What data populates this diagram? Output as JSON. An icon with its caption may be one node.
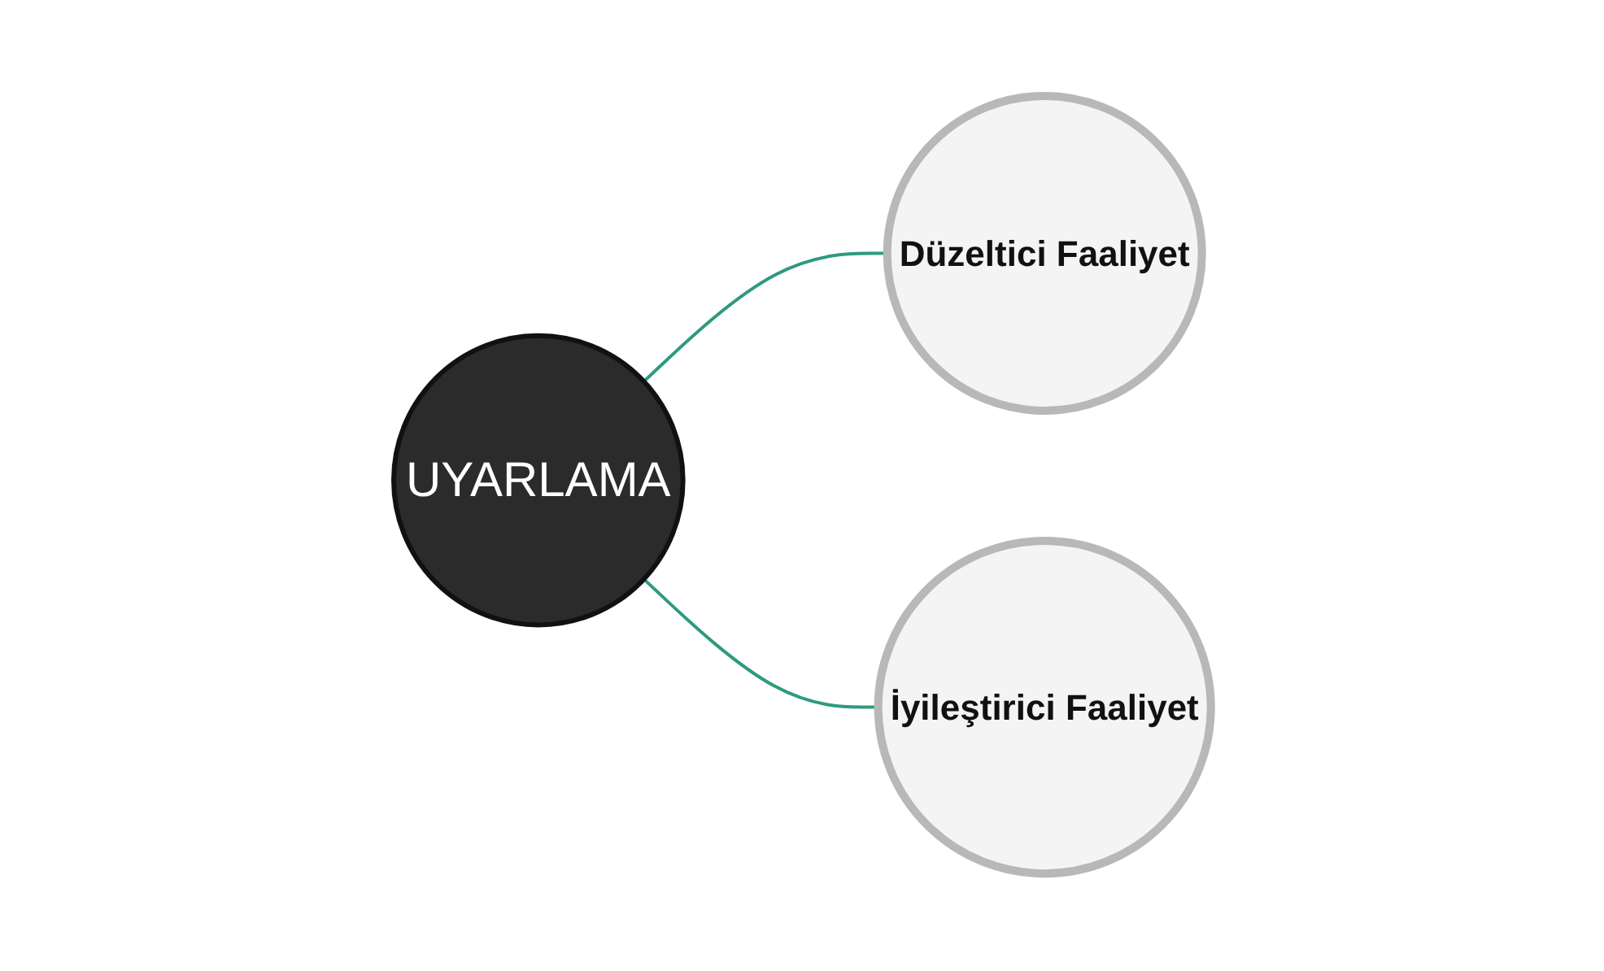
{
  "diagram": {
    "nodes": [
      {
        "text": [
          "UYARLAMA"
        ]
      },
      {
        "text": [
          "Düzeltici Faaliyet"
        ]
      },
      {
        "text": [
          "İyileştirici Faaliyet"
        ]
      }
    ],
    "edges": [
      {
        "from": 0,
        "to": 1,
        "arrow": "none"
      },
      {
        "from": 0,
        "to": 2,
        "arrow": "none"
      }
    ]
  }
}
